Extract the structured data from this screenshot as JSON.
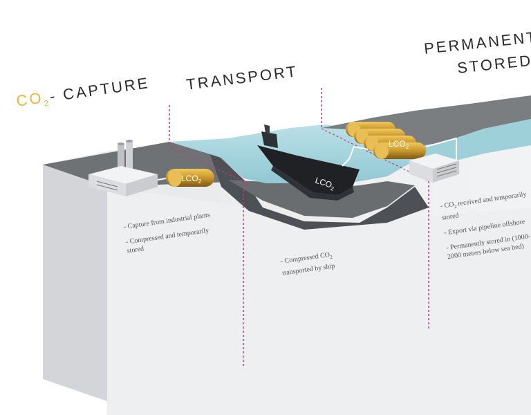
{
  "stages": {
    "capture": {
      "prefix": "CO",
      "subscript": "2",
      "title": "- CAPTURE",
      "notes": [
        "- Capture from industrial plants",
        "- Compressed and temporarily stored"
      ]
    },
    "transport": {
      "title": "TRANSPORT",
      "note_line1": "- Compressed CO",
      "note_sub": "2",
      "note_line2": "transported by ship"
    },
    "storage": {
      "title_line1": "PERMANENT",
      "title_line2": "STORED",
      "note_received_prefix": "- CO",
      "note_received_sub": "2",
      "note_received_rest": " received and temporarily stored",
      "note_export": "- Export via pipeline offshore",
      "note_permanent": "- Permanently stored in (1000-2000 meters below sea bed)"
    }
  },
  "labels": {
    "lco2": "LCO",
    "lco2_sub": "2"
  },
  "colors": {
    "accent": "#e8b53a",
    "sea": "#a9d6de",
    "ground_top": "#7d7f82",
    "block_front": "#e9eaec",
    "block_side": "#d7d9dc",
    "divider": "#c2397d",
    "ship": "#1f2124",
    "tank": "#d6a53a"
  }
}
